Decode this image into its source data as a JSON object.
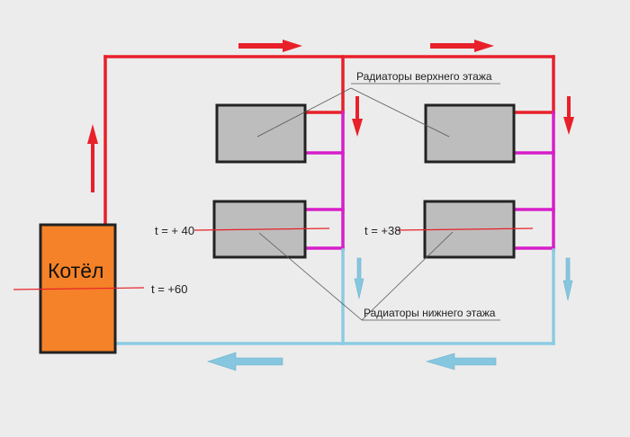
{
  "boiler": {
    "label": "Котёл",
    "temp_label": "t = +60"
  },
  "radiators": {
    "upper_label": "Радиаторы верхнего этажа",
    "lower_label": "Радиаторы нижнего этажа",
    "lower_left_temp": "t = + 40",
    "lower_right_temp": "t = +38"
  },
  "colors": {
    "supply": "#e8202a",
    "riser": "#d61ec8",
    "return": "#8ccbe2",
    "return_arrow": "#86c6df",
    "boiler_fill": "#f58228",
    "radiator_fill": "#bdbdbd",
    "outline": "#222222",
    "background": "#ececec"
  }
}
